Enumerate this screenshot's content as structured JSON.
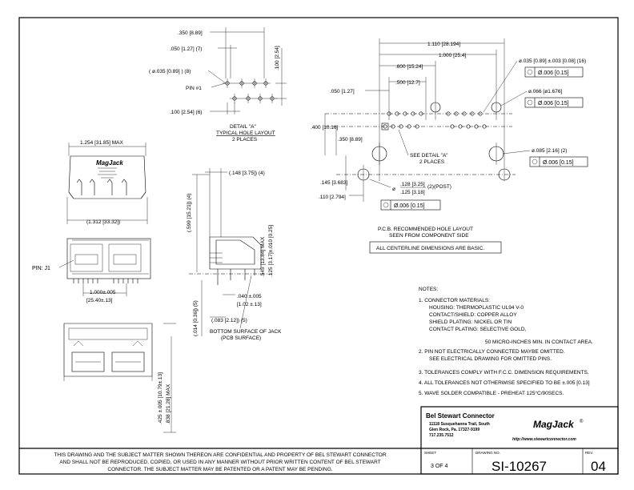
{
  "detail_a": {
    "dim_350": ".350 [8.89]",
    "dim_050": ".050 [1.27] (7)",
    "dim_dia035": "( ø.035 [0.89] ) (8)",
    "pin1": "PIN #1",
    "dim_100_bottom": ".100 [2.54] (6)",
    "dim_100_vert": ".100 [2.54]",
    "caption_1": "DETAIL \"A\"",
    "caption_2": "TYPICAL HOLE LAYOUT",
    "caption_3": "2 PLACES"
  },
  "front_view": {
    "dim_width_max": "1.254 [31.85] MAX",
    "brand": "MagJack",
    "dim_inner": "(1.312 [33.32])"
  },
  "side_view": {
    "dim_148": "(.148 [3.75]) (4)",
    "dim_599": "(.599 [15.21]) (4)",
    "dim_545": ".545 [13.84] MAX",
    "dim_125": ".125 [3.17]±.010 [0.25]",
    "dim_040": ".040 ±.005",
    "dim_102": "[1.02 ±.13]",
    "dim_014": "(.014 [0.36]) (5)",
    "dim_083": "(.083 [2.12]) (5)",
    "bottom_1": "BOTTOM SURFACE OF JACK",
    "bottom_2": "(PCB SURFACE)"
  },
  "bottom_view": {
    "pin_label": "PIN: J1",
    "dim_1000": "1.000±.005",
    "dim_2540": "[25.40±.13]"
  },
  "lower_view": {
    "dim_425": ".425 ±.005 [10.79±.13]",
    "dim_838": ".838 [21.28] MAX"
  },
  "pcb_layout": {
    "dim_1110": "1.110 [28.194]",
    "dim_1000": "1.000 [25.4]",
    "dim_600": ".600 [15.24]",
    "dim_500": ".500 [12.7]",
    "dim_050": ".050 [1.27]",
    "dim_400": ".400 [10.16]",
    "dim_350": ".350 [8.89]",
    "dim_145": ".145 [3.683]",
    "dim_110": ".110 [2.794]",
    "note_035": "ø.035 [0.89] ±.003 [0.08] (16)",
    "tol_006_a": "Ø.006 [0.15]",
    "note_066": "ø.066 [ø1.676]",
    "tol_006_b": "Ø.006 [0.15]",
    "note_085": "ø.085 [2.16] (2)",
    "tol_006_c": "Ø.006 [0.15]",
    "see_detail_1": "SEE DETAIL \"A\"",
    "see_detail_2": "2 PLACES",
    "post_1": ".128 [3.25]",
    "post_2": ".125 [3.18]",
    "post_3": "(2)(POST)",
    "tol_006_d": "Ø.006 [0.15]",
    "caption_1": "P.C.B. RECOMMENDED HOLE LAYOUT",
    "caption_2": "SEEN FROM COMPONENT SIDE",
    "basic_note": "ALL CENTERLINE DIMENSIONS ARE BASIC."
  },
  "notes": {
    "heading": "NOTES:",
    "lines": [
      "1. CONNECTOR MATERIALS:",
      "HOUSING:  THERMOPLASTIC UL94 V-0",
      "CONTACT/SHIELD:  COPPER ALLOY",
      "SHIELD PLATING:  NICKEL OR TIN",
      "CONTACT PLATING: SELECTIVE GOLD,",
      "50 MICRO-INCHES MIN. IN CONTACT AREA.",
      "2. PIN NOT ELECTRICALLY CONNECTED MAYBE OMITTED.",
      "SEE ELECTRICAL DRAWING FOR OMITTED PINS.",
      "3. TOLERANCES COMPLY WITH F.C.C. DIMENSION REQUIREMENTS.",
      "4. ALL TOLERANCES NOT OTHERWISE SPECIFIED TO BE ±.005 [0.13]",
      "5. WAVE SOLDER COMPATIBLE - PREHEAT 125°C/90SECS."
    ]
  },
  "title_block": {
    "company": "Bel Stewart Connector",
    "addr_1": "11118 Susquehanna Trail, South",
    "addr_2": "Glen Rock, Pa. 17327-9199",
    "phone": "717.235.7512",
    "logo": "MagJack",
    "website": "http://www.stewartconnector.com",
    "sheet_label": "SHEET",
    "sheet_value": "3 OF 4",
    "drawing_label": "DRAWING NO.",
    "drawing_value": "SI-10267",
    "rev_label": "REV.",
    "rev_value": "04"
  },
  "confidential": [
    "THIS DRAWING AND THE SUBJECT MATTER SHOWN THEREON ARE CONFIDENTIAL AND PROPERTY OF BEL STEWART CONNECTOR",
    "AND SHALL NOT BE REPRODUCED, COPIED, OR USED IN ANY MANNER WITHOUT PRIOR WRITTEN CONTENT OF BEL STEWART",
    "CONNECTOR.  THE SUBJECT MATTER MAY BE PATENTED OR A PATENT MAY BE PENDING."
  ]
}
